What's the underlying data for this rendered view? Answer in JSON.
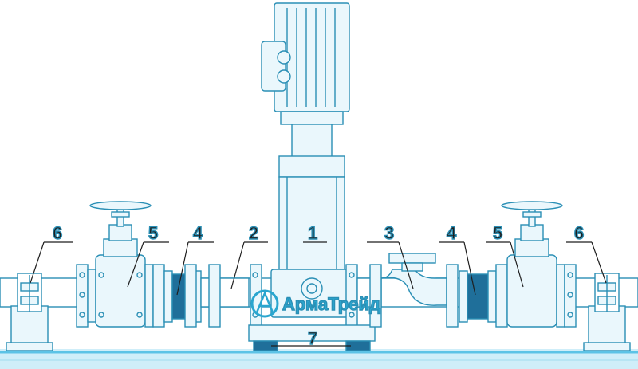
{
  "diagram": {
    "labels": {
      "left_6": "6",
      "left_5": "5",
      "left_4": "4",
      "label_2": "2",
      "label_1": "1",
      "label_3": "3",
      "right_4": "4",
      "right_5": "5",
      "right_6": "6",
      "label_7": "7"
    },
    "brand": {
      "name": "АрмаТрейд",
      "icon": "armatreid-logo-icon"
    },
    "colors": {
      "line": "#2a8fb5",
      "fill": "#eaf7fc",
      "accent": "#1f6f9a",
      "ground": "#5cc3e6",
      "text": "#1f1f1f",
      "brand": "#2aa6cf"
    }
  }
}
